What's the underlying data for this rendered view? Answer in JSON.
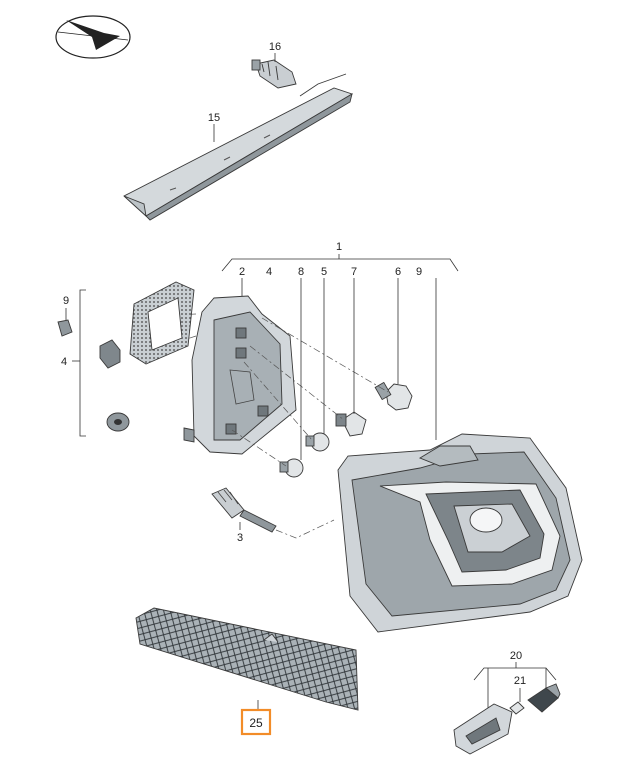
{
  "callouts": {
    "c1": "1",
    "c2": "2",
    "c3": "3",
    "c4a": "4",
    "c4b": "4",
    "c5": "5",
    "c6": "6",
    "c7": "7",
    "c8": "8",
    "c9a": "9",
    "c9b": "9",
    "c15": "15",
    "c16": "16",
    "c20": "20",
    "c21": "21",
    "c25": "25"
  },
  "colors": {
    "highlight": "#f28c28",
    "part_fill": "#d9dde0",
    "part_dark": "#8f979c"
  },
  "icons": {
    "logo": "direction-arrow-logo"
  }
}
